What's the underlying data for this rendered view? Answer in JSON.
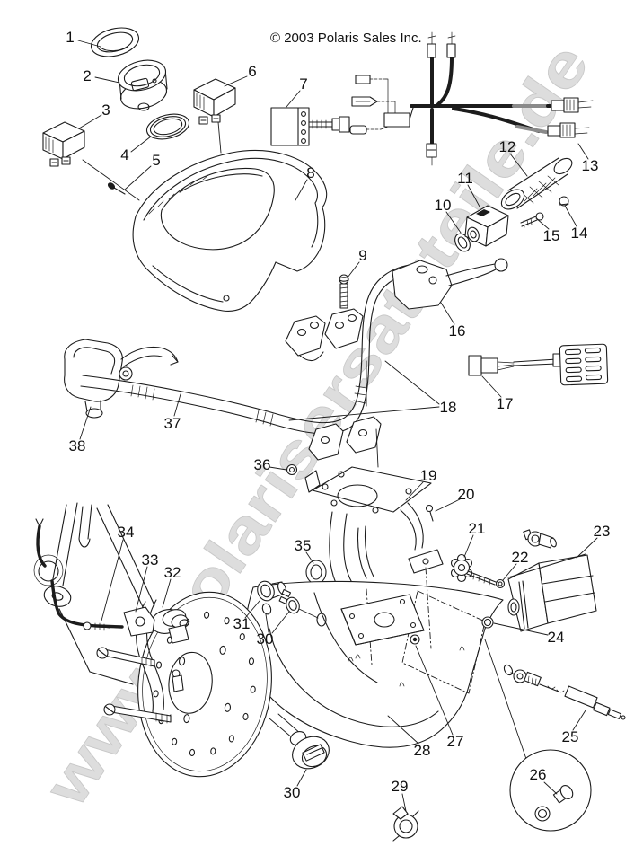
{
  "header": {
    "copyright": "© 2003 Polaris Sales Inc."
  },
  "watermark": {
    "text": "www.polarisersatzteile.de",
    "color": "#d8d8d8"
  },
  "colors": {
    "line": "#1c1c1c",
    "background": "#ffffff",
    "label": "#111111"
  },
  "callout_labels": {
    "l1": "1",
    "l2": "2",
    "l3": "3",
    "l4": "4",
    "l5": "5",
    "l6": "6",
    "l7": "7",
    "l8": "8",
    "l9": "9",
    "l10": "10",
    "l11": "11",
    "l12": "12",
    "l13": "13",
    "l14": "14",
    "l15": "15",
    "l16": "16",
    "l17": "17",
    "l18": "18",
    "l19": "19",
    "l20": "20",
    "l21": "21",
    "l22": "22",
    "l23": "23",
    "l24": "24",
    "l25": "25",
    "l26": "26",
    "l27": "27",
    "l28": "28",
    "l29": "29",
    "l30": "30",
    "l30_lower": "30",
    "l31": "31",
    "l32": "32",
    "l33": "33",
    "l34": "34",
    "l35": "35",
    "l36": "36",
    "l37": "37",
    "l38": "38"
  }
}
